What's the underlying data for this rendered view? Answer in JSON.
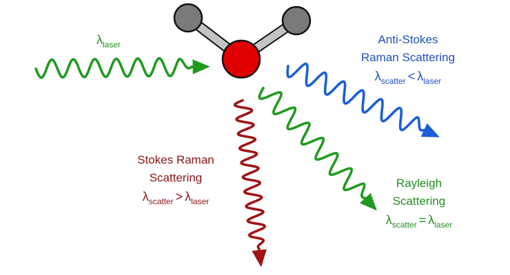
{
  "colors": {
    "laser": "#1f9a1f",
    "rayleigh": "#1f9a1f",
    "anti_stokes": "#1a5fd6",
    "stokes": "#a01414",
    "oxygen": "#e00000",
    "hydrogen": "#7a7a7a",
    "bond": "#c4c4c4",
    "outline": "#111111",
    "text_laser": "#1f8f1f",
    "text_rayleigh": "#1f8f1f",
    "text_anti_stokes": "#1f4fbf",
    "text_stokes": "#8b1414"
  },
  "molecule": {
    "name": "water molecule",
    "atoms": [
      "H",
      "O",
      "H"
    ]
  },
  "incident": {
    "symbol": "λ",
    "subscript": "laser"
  },
  "anti_stokes": {
    "line1": "Anti-Stokes",
    "line2": "Raman Scattering",
    "lhs_symbol": "λ",
    "lhs_sub": "scatter",
    "relation": "<",
    "rhs_symbol": "λ",
    "rhs_sub": "laser"
  },
  "stokes": {
    "line1": "Stokes Raman",
    "line2": "Scattering",
    "lhs_symbol": "λ",
    "lhs_sub": "scatter",
    "relation": ">",
    "rhs_symbol": "λ",
    "rhs_sub": "laser"
  },
  "rayleigh": {
    "line1": "Rayleigh",
    "line2": "Scattering",
    "lhs_symbol": "λ",
    "lhs_sub": "scatter",
    "relation": "=",
    "rhs_symbol": "λ",
    "rhs_sub": "laser"
  }
}
